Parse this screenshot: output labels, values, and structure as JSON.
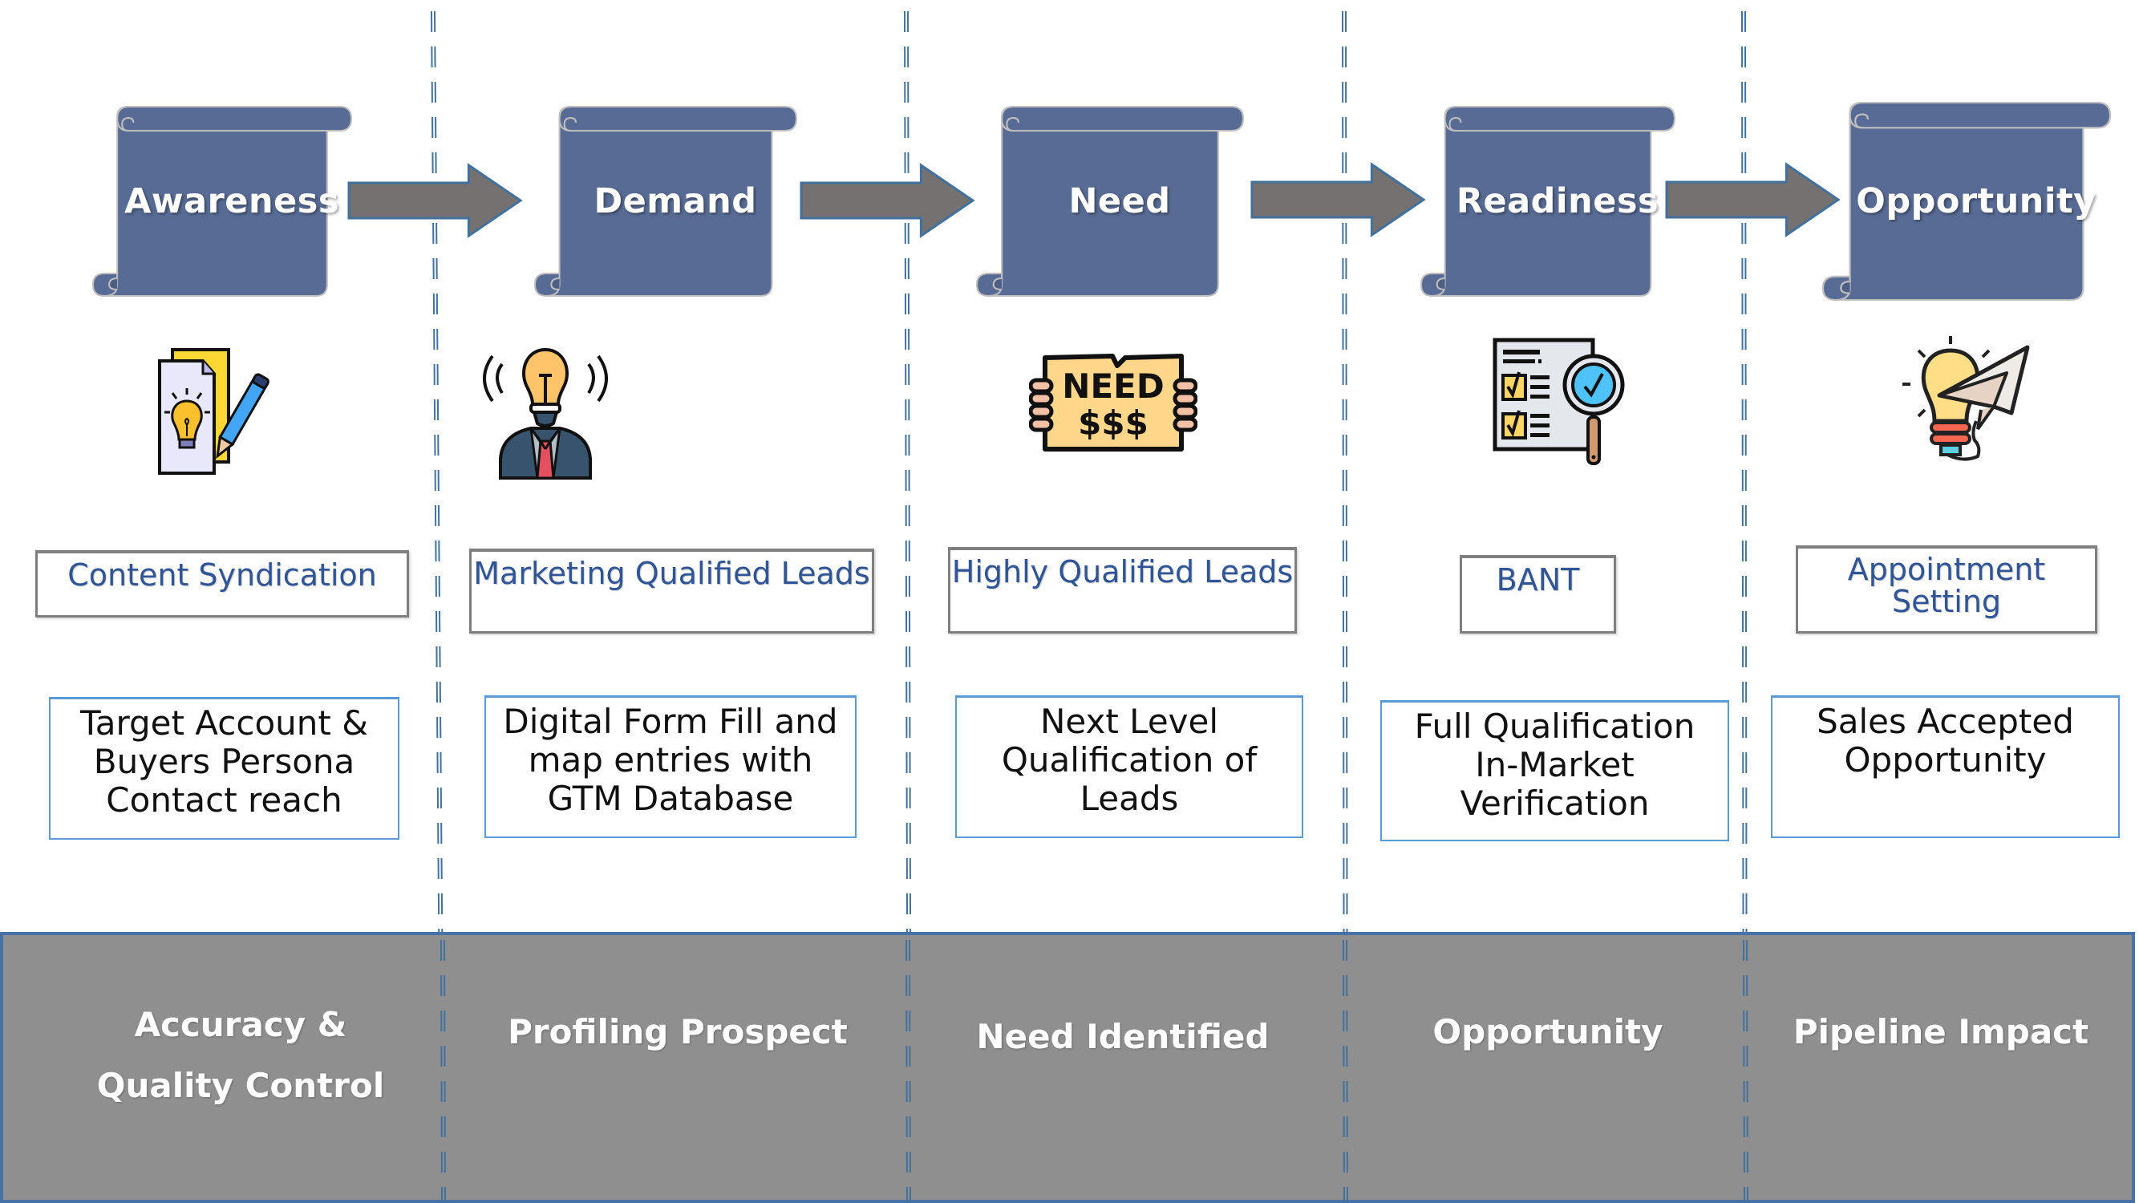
{
  "colors": {
    "scroll_fill": "#586B94",
    "scroll_outline": "#BFBFBF",
    "arrow_fill": "#757171",
    "arrow_outline": "#41719C",
    "separator": "#41719C",
    "label_text": "#2F5597",
    "band_fill": "#8F8F8F",
    "band_border": "#4672A8"
  },
  "stages": [
    {
      "title": "Awareness",
      "icon": "document-lightbulb-pencil-icon",
      "label": "Content Syndication",
      "description": [
        "Target Account &",
        "Buyers Persona",
        "Contact reach"
      ],
      "outcome": [
        "Accuracy &",
        "Quality Control"
      ]
    },
    {
      "title": "Demand",
      "icon": "businessman-lightbulb-head-icon",
      "label": "Marketing Qualified Leads",
      "description": [
        "Digital Form Fill and",
        "map entries with",
        "GTM Database"
      ],
      "outcome": [
        "Profiling Prospect"
      ]
    },
    {
      "title": "Need",
      "icon": "need-money-sign-icon",
      "label": "Highly Qualified Leads",
      "description": [
        "Next Level",
        "Qualification of",
        "Leads"
      ],
      "outcome": [
        "Need Identified"
      ]
    },
    {
      "title": "Readiness",
      "icon": "checklist-magnifier-icon",
      "label": "BANT",
      "description": [
        "Full Qualification",
        "In-Market",
        "Verification"
      ],
      "outcome": [
        "Opportunity"
      ]
    },
    {
      "title": "Opportunity",
      "icon": "lightbulb-paper-plane-icon",
      "label": "Appointment Setting",
      "label_lines": [
        "Appointment",
        "Setting"
      ],
      "description": [
        "Sales Accepted",
        "Opportunity"
      ],
      "outcome": [
        "Pipeline Impact"
      ]
    }
  ],
  "icons": {
    "need_sign_line1": "NEED",
    "need_sign_line2": "$$$"
  }
}
